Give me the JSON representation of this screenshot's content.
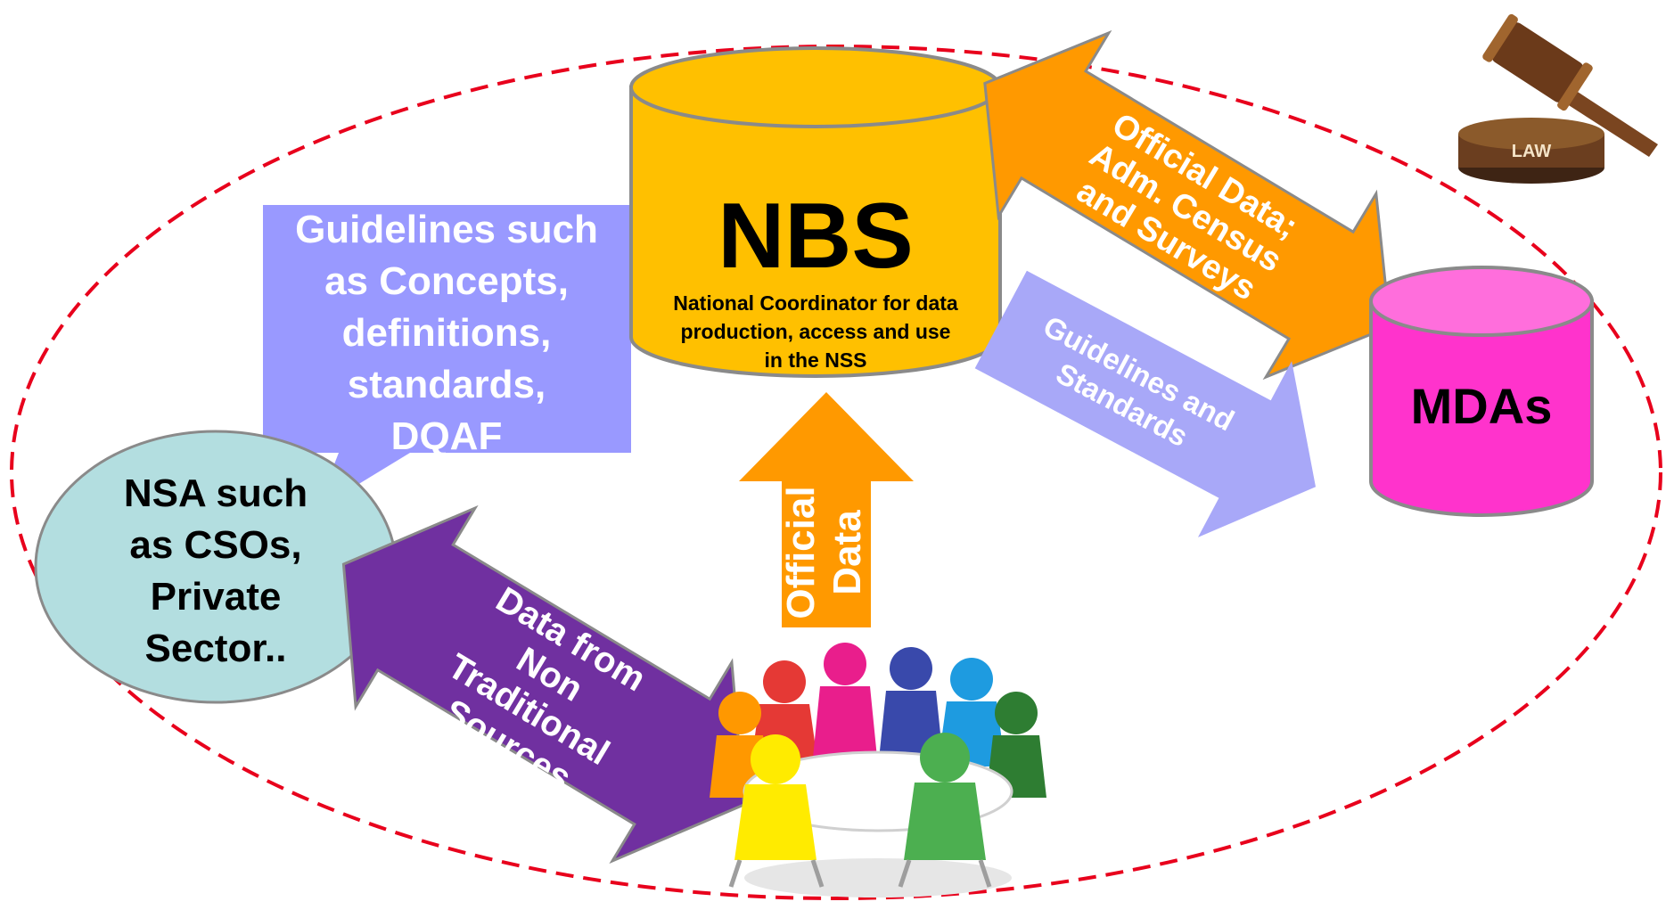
{
  "nbs": {
    "title": "NBS",
    "subtitle_lines": [
      "National Coordinator for data",
      "production, access and use",
      "in the NSS"
    ]
  },
  "mdas": {
    "label": "MDAs"
  },
  "guidelines_callout": {
    "lines": [
      "Guidelines such",
      "as Concepts,",
      "definitions,",
      "standards,",
      "DQAF"
    ]
  },
  "nsa": {
    "lines": [
      "NSA such",
      "as CSOs,",
      "Private",
      "Sector.."
    ]
  },
  "arrow_official_adm": {
    "lines": [
      "Official Data;",
      "Adm. Census",
      "and Surveys"
    ]
  },
  "arrow_guidelines_standards": {
    "lines": [
      "Guidelines and",
      "Standards"
    ]
  },
  "arrow_official_data": {
    "lines": [
      "Official",
      "Data"
    ]
  },
  "arrow_non_traditional": {
    "lines": [
      "Data from",
      "Non",
      "Traditional",
      "Sources"
    ]
  },
  "law_badge": {
    "label": "LAW"
  },
  "colors": {
    "nbs_cylinder": "#FFC000",
    "mdas_cylinder": "#FF33CC",
    "guidelines_callout": "#9999FF",
    "nsa_ellipse": "#B3DEE0",
    "orange_arrow": "#FF9900",
    "lavender_arrow": "#A8A8F8",
    "purple_arrow": "#7030A0",
    "dashed_ellipse": "#E8001C"
  },
  "icons": {
    "people": "meeting-people-icon",
    "gavel": "gavel-icon"
  }
}
